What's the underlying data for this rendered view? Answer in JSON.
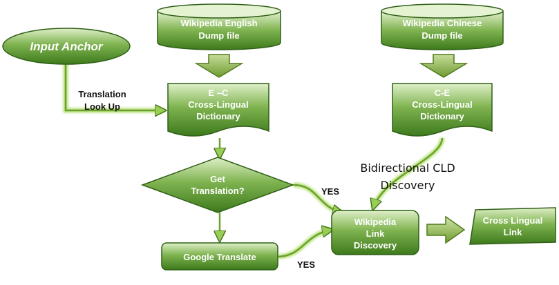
{
  "nodes": {
    "input_anchor": "Input Anchor",
    "en_dump_line1": "Wikipedia English",
    "en_dump_line2": "Dump file",
    "zh_dump_line1": "Wikipedia Chinese",
    "zh_dump_line2": "Dump file",
    "ec_dict_line1": "E –C",
    "ec_dict_line2": "Cross-Lingual",
    "ec_dict_line3": "Dictionary",
    "ce_dict_line1": "C-E",
    "ce_dict_line2": "Cross-Lingual",
    "ce_dict_line3": "Dictionary",
    "get_translation_line1": "Get",
    "get_translation_line2": "Translation?",
    "google_translate": "Google Translate",
    "link_discovery_line1": "Wikipedia",
    "link_discovery_line2": "Link",
    "link_discovery_line3": "Discovery",
    "cross_lingual_link_line1": "Cross Lingual",
    "cross_lingual_link_line2": "Link"
  },
  "edge_labels": {
    "translation_lookup_line1": "Translation",
    "translation_lookup_line2": "Look Up",
    "yes_top": "YES",
    "yes_bottom": "YES",
    "bidirectional_line1": "Bidirectional CLD",
    "bidirectional_line2": "Discovery"
  },
  "colors": {
    "green_dark": "#3f7a1e",
    "green_light": "#c9e4a6",
    "outline": "#2f5f16"
  }
}
